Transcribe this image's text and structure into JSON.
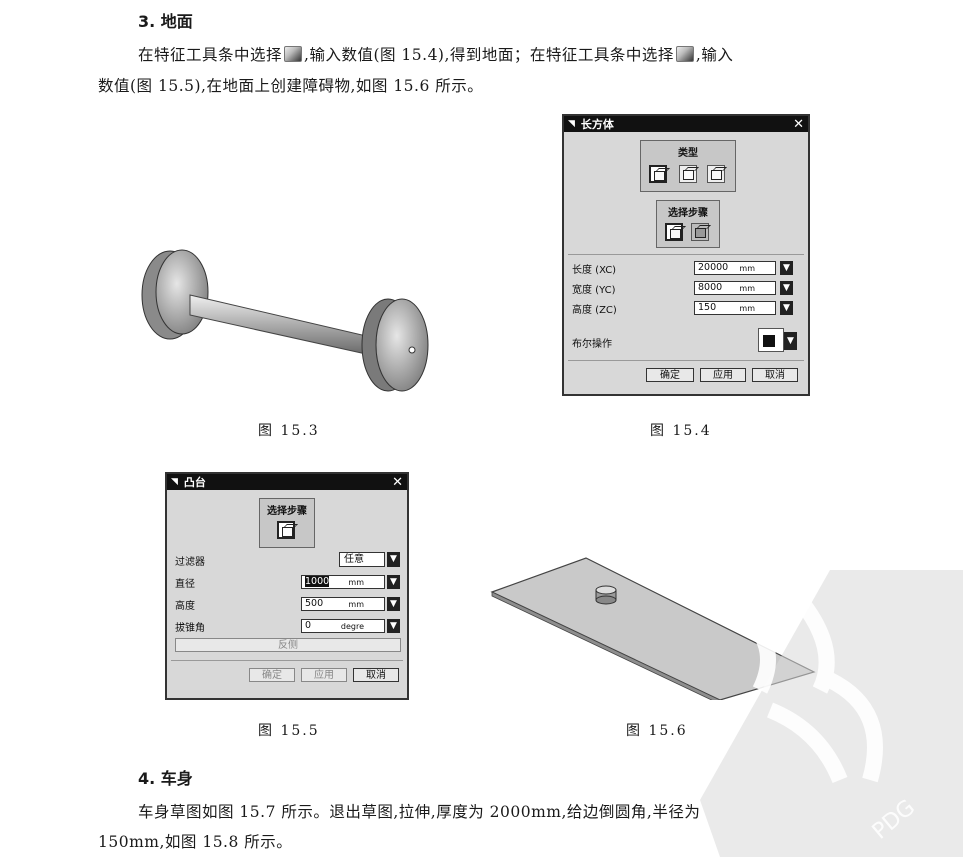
{
  "section3": {
    "heading": "3. 地面",
    "para_line1_a": "在特征工具条中选择",
    "para_line1_b": ",输入数值(图 15.4),得到地面；在特征工具条中选择",
    "para_line1_c": ",输入",
    "para_line2": "数值(图 15.5),在地面上创建障碍物,如图 15.6 所示。"
  },
  "figures": {
    "fig153_caption": "图 15.3",
    "fig154_caption": "图 15.4",
    "fig155_caption": "图 15.5",
    "fig156_caption": "图 15.6"
  },
  "block_dialog": {
    "title": "长方体",
    "type_label": "类型",
    "steps_label": "选择步骤",
    "length_label": "长度 (XC)",
    "length_value": "20000",
    "width_label": "宽度 (YC)",
    "width_value": "8000",
    "height_label": "高度 (ZC)",
    "height_value": "150",
    "unit": "mm",
    "boolean_label": "布尔操作",
    "ok": "确定",
    "apply": "应用",
    "cancel": "取消"
  },
  "boss_dialog": {
    "title": "凸台",
    "steps_label": "选择步骤",
    "filter_label": "过滤器",
    "filter_value": "任意",
    "diameter_label": "直径",
    "diameter_value": "1000",
    "height_label": "高度",
    "height_value": "500",
    "taper_label": "拔锥角",
    "taper_value": "0",
    "unit_mm": "mm",
    "unit_deg": "degre",
    "reverse": "反侧",
    "ok": "确定",
    "apply": "应用",
    "cancel": "取消"
  },
  "section4": {
    "heading": "4. 车身",
    "para_line1": "车身草图如图 15.7 所示。退出草图,拉伸,厚度为 2000mm,给边倒圆角,半径为",
    "para_line2": "150mm,如图 15.8 所示。"
  },
  "watermark": {
    "text": "PDG"
  }
}
